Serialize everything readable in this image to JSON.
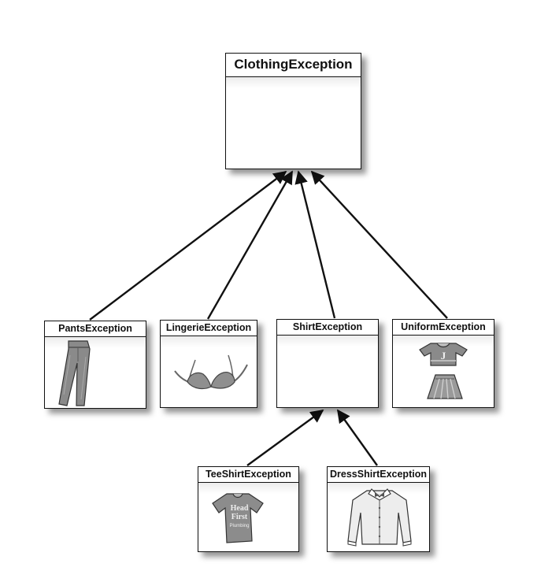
{
  "classes": {
    "clothing_exception": "ClothingException",
    "pants_exception": "PantsException",
    "lingerie_exception": "LingerieException",
    "shirt_exception": "ShirtException",
    "uniform_exception": "UniformException",
    "tee_shirt_exception": "TeeShirtException",
    "dress_shirt_exception": "DressShirtException"
  },
  "tee_shirt_print": {
    "line1": "Head",
    "line2": "First",
    "line3": "Plumbing"
  },
  "uniform_letter": "J",
  "relationships": [
    {
      "from": "PantsException",
      "to": "ClothingException"
    },
    {
      "from": "LingerieException",
      "to": "ClothingException"
    },
    {
      "from": "ShirtException",
      "to": "ClothingException"
    },
    {
      "from": "UniformException",
      "to": "ClothingException"
    },
    {
      "from": "TeeShirtException",
      "to": "ShirtException"
    },
    {
      "from": "DressShirtException",
      "to": "ShirtException"
    }
  ],
  "colors": {
    "line": "#111111",
    "box_border": "#111111",
    "illustration": "#7a7a7a"
  }
}
